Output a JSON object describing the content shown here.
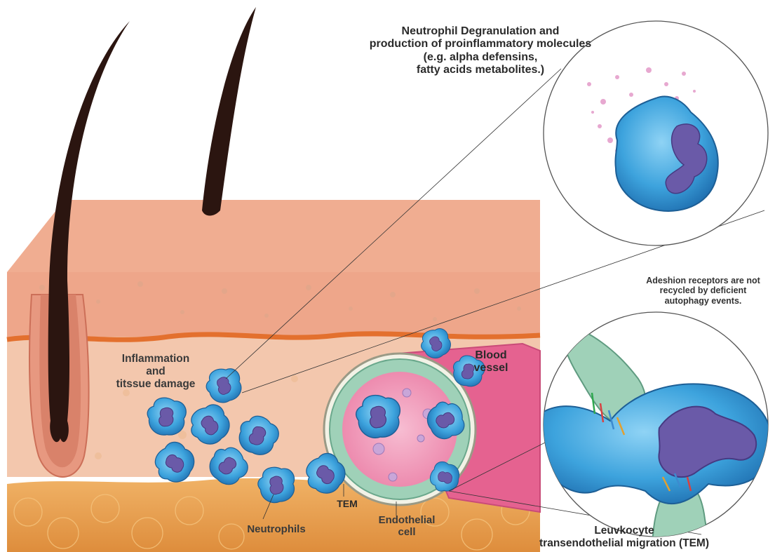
{
  "labels": {
    "title": "Neutrophil Degranulation and\nproduction of proinflammatory molecules\n(e.g. alpha defensins,\nfatty acids metabolites.)",
    "adhesion": "Adeshion receptors are not\nrecycled by deficient\nautophagy events.",
    "inflammation": "Inflammation\nand\ntitssue damage",
    "blood_vessel": "Blood\nvessel",
    "neutrophils": "Neutrophils",
    "tem": "TEM",
    "endothelial_cell": "Endothelial\ncell",
    "migration": "Leuvkocyte\ntransendothelial migration (TEM)"
  },
  "colors": {
    "epidermis": "#eea68a",
    "dermis": "#f3c7ad",
    "hypodermis": "#e8a25a",
    "basal_line": "#e3702e",
    "hair": "#2b1510",
    "cell_fill": "#3da3dd",
    "nucleus": "#6a5aa8",
    "vessel_pink": "#e56290",
    "lumen": "#f29abb",
    "endothelium": "#9fd1b8"
  }
}
